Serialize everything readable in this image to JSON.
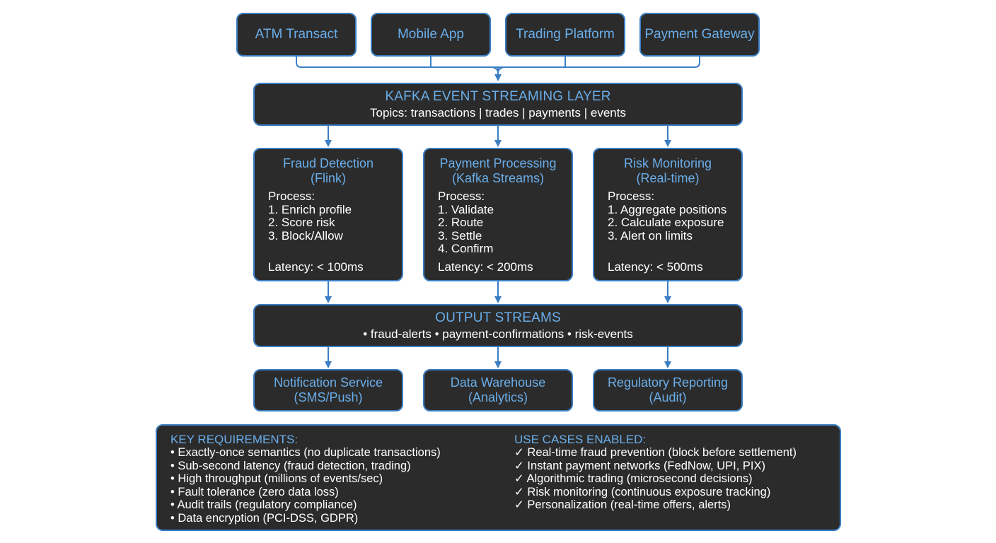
{
  "colors": {
    "box_fill": "#2b2b2b",
    "box_border": "#3b7ec4",
    "title_text": "#6aaeea",
    "body_text": "#ffffff",
    "arrow": "#3b7ec4"
  },
  "sources": [
    {
      "label": "ATM Transact"
    },
    {
      "label": "Mobile App"
    },
    {
      "label": "Trading Platform"
    },
    {
      "label": "Payment Gateway"
    }
  ],
  "kafka_layer": {
    "title": "KAFKA EVENT STREAMING LAYER",
    "topics": "Topics: transactions | trades | payments | events"
  },
  "processors": [
    {
      "title": "Fraud Detection",
      "subtitle": "(Flink)",
      "process_label": "Process:",
      "steps": [
        "1. Enrich profile",
        "2. Score risk",
        "3. Block/Allow"
      ],
      "latency": "Latency: < 100ms"
    },
    {
      "title": "Payment Processing",
      "subtitle": "(Kafka Streams)",
      "process_label": "Process:",
      "steps": [
        "1. Validate",
        "2. Route",
        "3. Settle",
        "4. Confirm"
      ],
      "latency": "Latency: < 200ms"
    },
    {
      "title": "Risk Monitoring",
      "subtitle": "(Real-time)",
      "process_label": "Process:",
      "steps": [
        "1. Aggregate positions",
        "2. Calculate exposure",
        "3. Alert on limits"
      ],
      "latency": "Latency: < 500ms"
    }
  ],
  "output_streams": {
    "title": "OUTPUT STREAMS",
    "items": "• fraud-alerts • payment-confirmations • risk-events"
  },
  "sinks": [
    {
      "title": "Notification Service",
      "subtitle": "(SMS/Push)"
    },
    {
      "title": "Data Warehouse",
      "subtitle": "(Analytics)"
    },
    {
      "title": "Regulatory Reporting",
      "subtitle": "(Audit)"
    }
  ],
  "requirements": {
    "heading": "KEY REQUIREMENTS:",
    "items": [
      "• Exactly-once semantics (no duplicate transactions)",
      "• Sub-second latency (fraud detection, trading)",
      "• High throughput (millions of events/sec)",
      "• Fault tolerance (zero data loss)",
      "• Audit trails (regulatory compliance)",
      "• Data encryption (PCI-DSS, GDPR)"
    ]
  },
  "use_cases": {
    "heading": "USE CASES ENABLED:",
    "items": [
      "✓ Real-time fraud prevention (block before settlement)",
      "✓ Instant payment networks (FedNow, UPI, PIX)",
      "✓ Algorithmic trading (microsecond decisions)",
      "✓ Risk monitoring (continuous exposure tracking)",
      "✓ Personalization (real-time offers, alerts)"
    ]
  }
}
